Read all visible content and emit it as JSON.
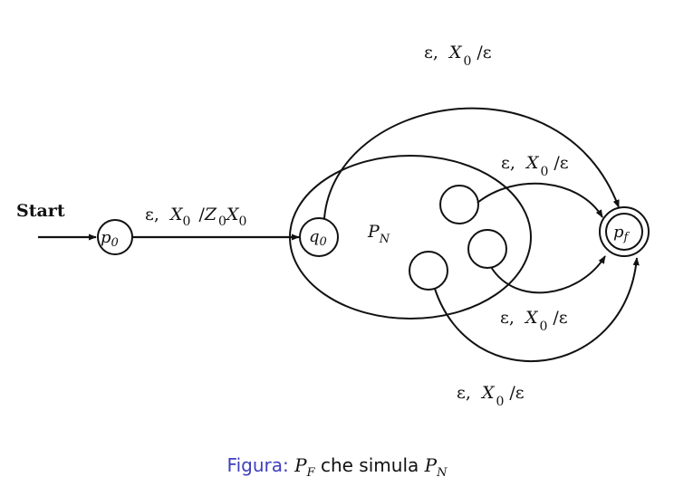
{
  "diagram": {
    "start_label": "Start",
    "states": {
      "p0": {
        "name": "p",
        "sub": "0"
      },
      "q0": {
        "name": "q",
        "sub": "0"
      },
      "pf": {
        "name": "p",
        "sub": "f"
      }
    },
    "region": {
      "name": "P",
      "sub": "N"
    },
    "transitions": {
      "start": {
        "eps": "ε,",
        "sym": "X",
        "sub": "0",
        "slash": "/",
        "push": "Z",
        "push_sub": "0",
        "push_tail": "X",
        "push_tail_sub": "0"
      },
      "top": {
        "eps": "ε,",
        "sym": "X",
        "sub": "0",
        "out": "/ε"
      },
      "upper": {
        "eps": "ε,",
        "sym": "X",
        "sub": "0",
        "out": "/ε"
      },
      "lower": {
        "eps": "ε,",
        "sym": "X",
        "sub": "0",
        "out": "/ε"
      },
      "bottom": {
        "eps": "ε,",
        "sym": "X",
        "sub": "0",
        "out": "/ε"
      }
    }
  },
  "caption": {
    "label": "Figura:",
    "pf_name": "P",
    "pf_sub": "F",
    "middle": "che simula",
    "pn_name": "P",
    "pn_sub": "N"
  },
  "colors": {
    "ink": "#111111",
    "caption_label": "#3f3fc0"
  }
}
